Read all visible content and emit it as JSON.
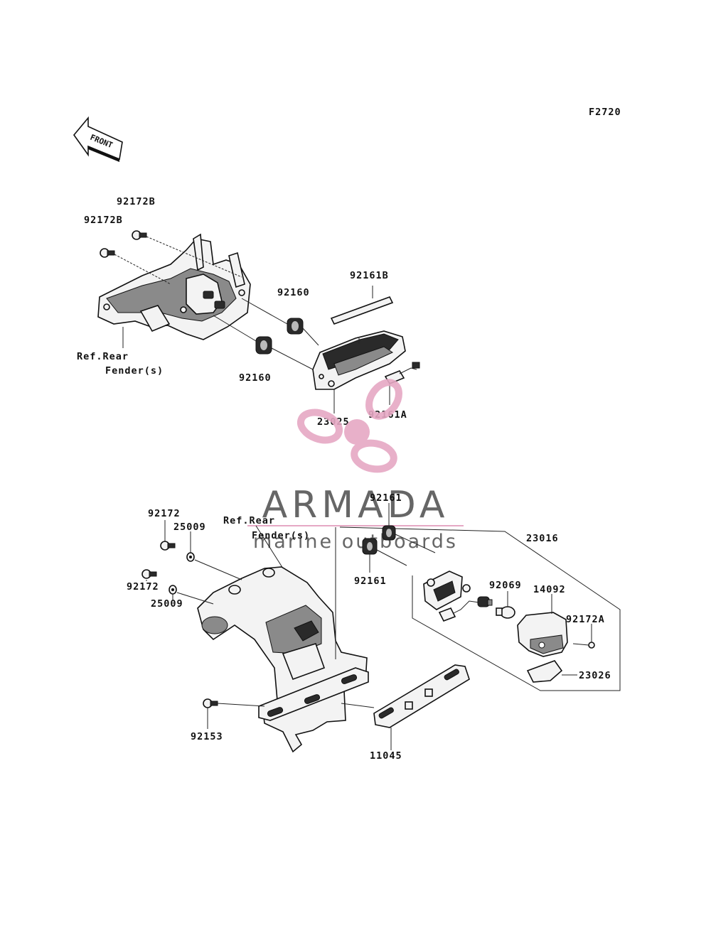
{
  "figure_code": "F2720",
  "front_arrow_label": "FRONT",
  "watermark": {
    "brand": "ARMADA",
    "tagline": "marine outboards",
    "colors": {
      "logo": "#e6a8c4",
      "text": "#666666"
    }
  },
  "labels": {
    "p92172B_top": "92172B",
    "p92172B_left": "92172B",
    "p92161B": "92161B",
    "p92160_a": "92160",
    "p92160_b": "92160",
    "ref_rear_1_line1": "Ref.Rear",
    "ref_rear_1_line2": "Fender(s)",
    "p23025": "23025",
    "p92161A": "92161A",
    "p92172_a": "92172",
    "p25009_a": "25009",
    "p92172_b": "92172",
    "p25009_b": "25009",
    "ref_rear_2_line1": "Ref.Rear",
    "ref_rear_2_line2": "Fender(s)",
    "p92161_top": "92161",
    "p92161_bottom": "92161",
    "p23016": "23016",
    "p92069": "92069",
    "p14092": "14092",
    "p92172A": "92172A",
    "p23026": "23026",
    "p92153": "92153",
    "p11045": "11045"
  }
}
